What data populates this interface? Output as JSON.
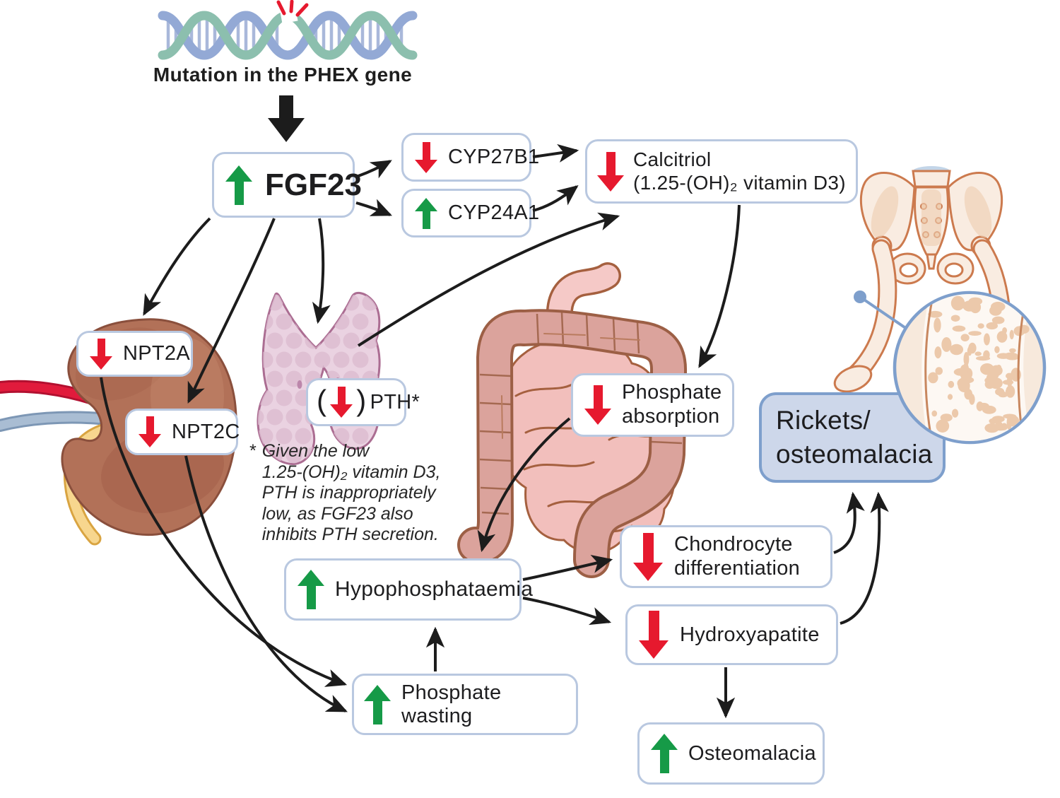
{
  "figure": {
    "title": "Mutation in the PHEX gene",
    "colors": {
      "green_arrow": "#169a47",
      "red_arrow": "#e6192e",
      "connector_black": "#1c1c1c",
      "box_border": "#b9c8e0",
      "highlight_box_fill": "#cdd7ea",
      "highlight_box_border": "#7e9fcc",
      "magnifier_blue": "#7e9fcc"
    }
  },
  "boxes": {
    "fgf23": {
      "label": "FGF23",
      "direction": "up"
    },
    "cyp27b1": {
      "label": "CYP27B1",
      "direction": "down"
    },
    "cyp24a1": {
      "label": "CYP24A1",
      "direction": "up"
    },
    "calcitriol": {
      "line1": "Calcitriol",
      "line2": "(1.25-(OH)₂ vitamin D3)",
      "direction": "down"
    },
    "npt2a": {
      "label": "NPT2A",
      "direction": "down"
    },
    "npt2c": {
      "label": "NPT2C",
      "direction": "down"
    },
    "pth": {
      "open_paren": "(",
      "close_paren": ")",
      "label": "PTH*",
      "direction": "down"
    },
    "phosphate_absorption": {
      "line1": "Phosphate",
      "line2": "absorption",
      "direction": "down"
    },
    "hypophosphataemia": {
      "label": "Hypophosphataemia",
      "direction": "up"
    },
    "chondrocyte": {
      "line1": "Chondrocyte",
      "line2": "differentiation",
      "direction": "down"
    },
    "hydroxyapatite": {
      "label": "Hydroxyapatite",
      "direction": "down"
    },
    "phosphate_wasting": {
      "label": "Phosphate wasting",
      "direction": "up"
    },
    "osteomalacia": {
      "label": "Osteomalacia",
      "direction": "up"
    },
    "rickets": {
      "line1": "Rickets/",
      "line2": "osteomalacia"
    }
  },
  "footnote": {
    "marker": "*",
    "lines": [
      "Given the low",
      "1.25-(OH)₂ vitamin D3,",
      "PTH is inappropriately",
      "low, as FGF23 also",
      "inhibits PTH secretion."
    ]
  },
  "illustrations": {
    "dna": "dna-helix",
    "kidney": "kidney",
    "gland": "thyroid-parathyroid-gland",
    "intestine": "intestine",
    "bone": "pelvis-and-femur",
    "magnifier": "osteomalacia-bone-magnifier"
  }
}
